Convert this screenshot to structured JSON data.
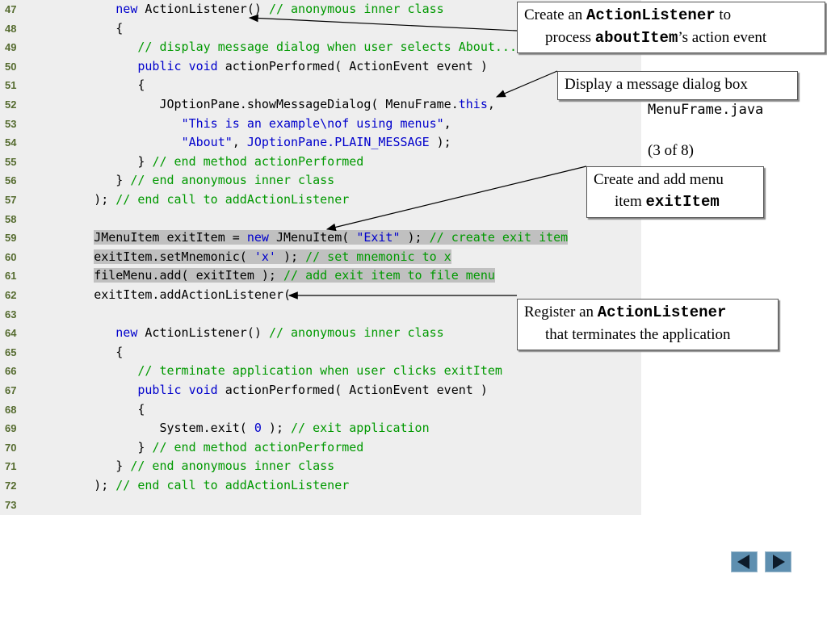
{
  "code_lines": [
    {
      "n": "47",
      "indent": "         ",
      "parts": [
        {
          "t": "new",
          "c": "kw"
        },
        {
          "t": " ActionListener() ",
          "c": ""
        },
        {
          "t": "// anonymous inner class",
          "c": "cm"
        }
      ]
    },
    {
      "n": "48",
      "indent": "         ",
      "parts": [
        {
          "t": "{",
          "c": ""
        }
      ]
    },
    {
      "n": "49",
      "indent": "            ",
      "parts": [
        {
          "t": "// display message dialog when user selects About...",
          "c": "cm"
        }
      ]
    },
    {
      "n": "50",
      "indent": "            ",
      "parts": [
        {
          "t": "public",
          "c": "kw"
        },
        {
          "t": " ",
          "c": ""
        },
        {
          "t": "void",
          "c": "kw"
        },
        {
          "t": " actionPerformed( ActionEvent event )",
          "c": ""
        }
      ]
    },
    {
      "n": "51",
      "indent": "            ",
      "parts": [
        {
          "t": "{",
          "c": ""
        }
      ]
    },
    {
      "n": "52",
      "indent": "               ",
      "parts": [
        {
          "t": "JOptionPane.showMessageDialog( MenuFrame.",
          "c": ""
        },
        {
          "t": "this",
          "c": "kw"
        },
        {
          "t": ",",
          "c": ""
        }
      ]
    },
    {
      "n": "53",
      "indent": "                  ",
      "parts": [
        {
          "t": "\"This is an example\\nof using menus\"",
          "c": "str"
        },
        {
          "t": ",",
          "c": ""
        }
      ]
    },
    {
      "n": "54",
      "indent": "                  ",
      "parts": [
        {
          "t": "\"About\"",
          "c": "str"
        },
        {
          "t": ", ",
          "c": ""
        },
        {
          "t": "JOptionPane.PLAIN_MESSAGE",
          "c": "str"
        },
        {
          "t": " );",
          "c": ""
        }
      ]
    },
    {
      "n": "55",
      "indent": "            ",
      "parts": [
        {
          "t": "} ",
          "c": ""
        },
        {
          "t": "// end method actionPerformed",
          "c": "cm"
        }
      ]
    },
    {
      "n": "56",
      "indent": "         ",
      "parts": [
        {
          "t": "} ",
          "c": ""
        },
        {
          "t": "// end anonymous inner class",
          "c": "cm"
        }
      ]
    },
    {
      "n": "57",
      "indent": "      ",
      "parts": [
        {
          "t": "); ",
          "c": ""
        },
        {
          "t": "// end call to addActionListener",
          "c": "cm"
        }
      ]
    },
    {
      "n": "58",
      "indent": "",
      "parts": []
    },
    {
      "n": "59",
      "indent": "      ",
      "hl": true,
      "parts": [
        {
          "t": "JMenuItem exitItem = ",
          "c": ""
        },
        {
          "t": "new",
          "c": "kw"
        },
        {
          "t": " JMenuItem( ",
          "c": ""
        },
        {
          "t": "\"Exit\"",
          "c": "str"
        },
        {
          "t": " ); ",
          "c": ""
        },
        {
          "t": "// create exit item",
          "c": "cm"
        }
      ]
    },
    {
      "n": "60",
      "indent": "      ",
      "hl": true,
      "parts": [
        {
          "t": "exitItem.setMnemonic( ",
          "c": ""
        },
        {
          "t": "'x'",
          "c": "str"
        },
        {
          "t": " ); ",
          "c": ""
        },
        {
          "t": "// set mnemonic to x",
          "c": "cm"
        }
      ]
    },
    {
      "n": "61",
      "indent": "      ",
      "hl": true,
      "parts": [
        {
          "t": "fileMenu.add( exitItem ); ",
          "c": ""
        },
        {
          "t": "// add exit item to file menu",
          "c": "cm"
        }
      ]
    },
    {
      "n": "62",
      "indent": "      ",
      "parts": [
        {
          "t": "exitItem.addActionListener(",
          "c": ""
        }
      ]
    },
    {
      "n": "63",
      "indent": "",
      "parts": []
    },
    {
      "n": "64",
      "indent": "         ",
      "parts": [
        {
          "t": "new",
          "c": "kw"
        },
        {
          "t": " ActionListener() ",
          "c": ""
        },
        {
          "t": "// anonymous inner class",
          "c": "cm"
        }
      ]
    },
    {
      "n": "65",
      "indent": "         ",
      "parts": [
        {
          "t": "{",
          "c": ""
        }
      ]
    },
    {
      "n": "66",
      "indent": "            ",
      "parts": [
        {
          "t": "// terminate application when user clicks exitItem",
          "c": "cm"
        }
      ]
    },
    {
      "n": "67",
      "indent": "            ",
      "parts": [
        {
          "t": "public",
          "c": "kw"
        },
        {
          "t": " ",
          "c": ""
        },
        {
          "t": "void",
          "c": "kw"
        },
        {
          "t": " actionPerformed( ActionEvent event )",
          "c": ""
        }
      ]
    },
    {
      "n": "68",
      "indent": "            ",
      "parts": [
        {
          "t": "{",
          "c": ""
        }
      ]
    },
    {
      "n": "69",
      "indent": "               ",
      "parts": [
        {
          "t": "System.exit( ",
          "c": ""
        },
        {
          "t": "0",
          "c": "num"
        },
        {
          "t": " ); ",
          "c": ""
        },
        {
          "t": "// exit application",
          "c": "cm"
        }
      ]
    },
    {
      "n": "70",
      "indent": "            ",
      "parts": [
        {
          "t": "} ",
          "c": ""
        },
        {
          "t": "// end method actionPerformed",
          "c": "cm"
        }
      ]
    },
    {
      "n": "71",
      "indent": "         ",
      "parts": [
        {
          "t": "} ",
          "c": ""
        },
        {
          "t": "// end anonymous inner class",
          "c": "cm"
        }
      ]
    },
    {
      "n": "72",
      "indent": "      ",
      "parts": [
        {
          "t": "); ",
          "c": ""
        },
        {
          "t": "// end call to addActionListener",
          "c": "cm"
        }
      ]
    },
    {
      "n": "73",
      "indent": "",
      "parts": []
    }
  ],
  "callouts": {
    "c1": {
      "pre": "Create an ",
      "mono": "ActionListener",
      "post": " to",
      "line2_mono": "aboutItem",
      "line2_pre": "process ",
      "line2_post": "’s action event"
    },
    "c2": {
      "text": "Display a message dialog box"
    },
    "c3": {
      "line1": "Create and add menu",
      "line2_pre": "item ",
      "line2_mono": "exitItem"
    },
    "c4": {
      "pre": "Register an ",
      "mono": "ActionListener",
      "line2": "that terminates the application"
    }
  },
  "file_label": "MenuFrame.java",
  "page_label": "(3 of 8)",
  "nav": {
    "prev": "previous-slide",
    "next": "next-slide"
  },
  "colors": {
    "code_bg": "#eeeeee",
    "keyword": "#0000cc",
    "comment": "#009900",
    "line_number": "#556b2f",
    "highlight": "#c0c0c0",
    "nav_button": "#5e8fb0"
  }
}
